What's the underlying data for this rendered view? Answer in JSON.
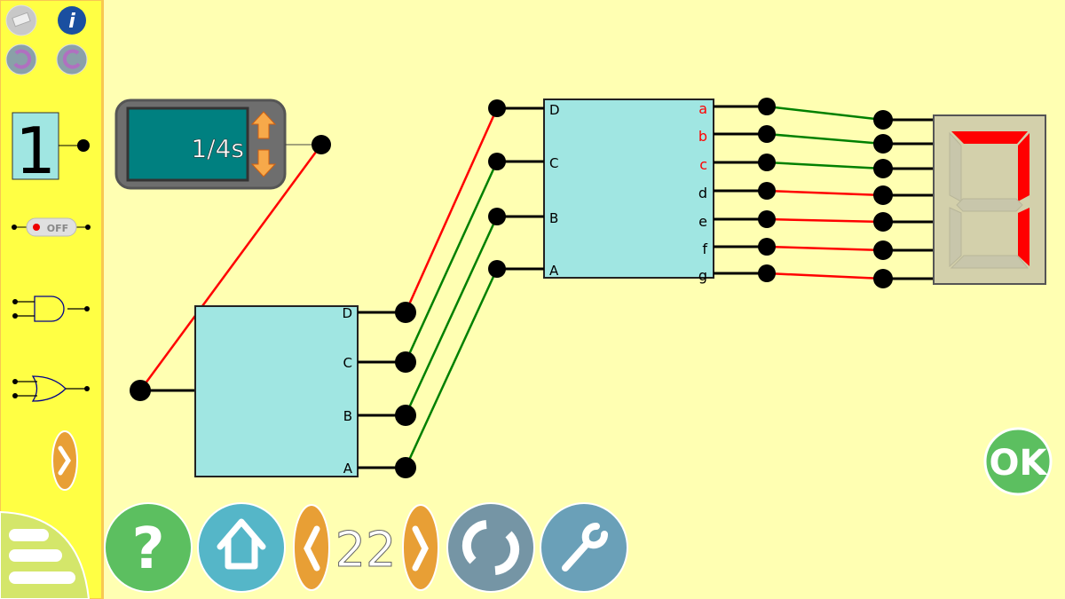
{
  "toolbar": {
    "eraser": "eraser-icon",
    "info": "info-icon",
    "undo": "undo-icon",
    "redo": "redo-icon"
  },
  "palette": {
    "digit_label": "1",
    "switch_label": "OFF",
    "items": [
      "digit-one-source",
      "toggle-switch",
      "and-gate",
      "or-gate"
    ]
  },
  "clock": {
    "value": "1/4s"
  },
  "counter": {
    "outputs": [
      "D",
      "C",
      "B",
      "A"
    ]
  },
  "decoder": {
    "inputs": [
      "D",
      "C",
      "B",
      "A"
    ],
    "outputs": [
      "a",
      "b",
      "c",
      "d",
      "e",
      "f",
      "g"
    ],
    "active_outputs": [
      true,
      true,
      true,
      false,
      false,
      false,
      false
    ]
  },
  "display": {
    "shown_digit": "7",
    "segments_on": {
      "a": true,
      "b": true,
      "c": true,
      "d": false,
      "e": false,
      "f": false,
      "g": false
    }
  },
  "colors": {
    "wire_on": "#ff0000",
    "wire_off": "#008000",
    "segment_on": "#ff0000",
    "segment_off": "#c8c6ab",
    "block": "#a0e6e2",
    "sidebar": "#ffff44",
    "background": "#ffffb2"
  },
  "ok_button": {
    "label": "OK"
  },
  "bottom_bar": {
    "level": "22"
  }
}
